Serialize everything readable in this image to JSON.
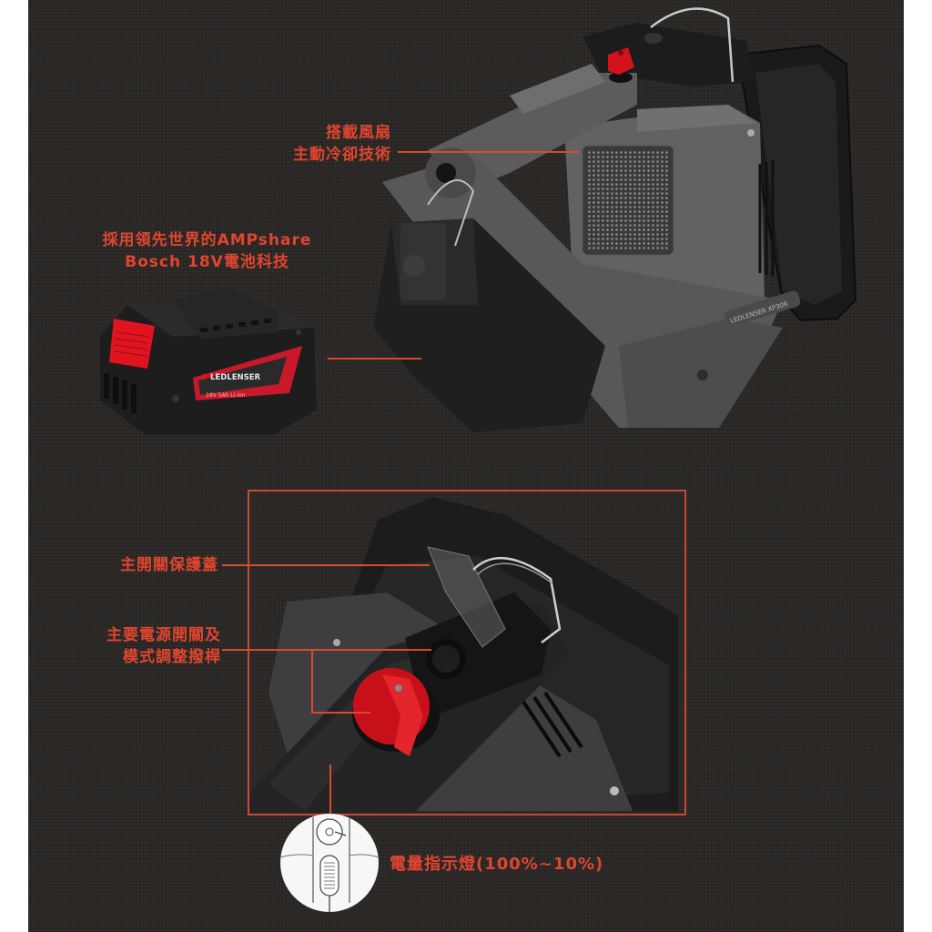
{
  "callouts": {
    "fan": {
      "line1": "搭載風扇",
      "line2": "主動冷卻技術"
    },
    "battery": {
      "line1": "採用領先世界的AMPshare",
      "line2": "Bosch 18V電池科技"
    },
    "switch_cover": {
      "label": "主開關保護蓋"
    },
    "main_switch": {
      "line1": "主要電源開關及",
      "line2": "模式調整撥桿"
    },
    "indicator": {
      "label": "電量指示燈(100%~10%)"
    }
  },
  "battery_pack": {
    "brand": "LEDLENSER",
    "spec": "18V 5Ah Li-ion"
  },
  "device": {
    "brand_plate": "LEDLENSER XP30R"
  },
  "colors": {
    "accent": "#e0452f",
    "background": "#2b2826",
    "device_grey": "#5a5a5c",
    "device_black": "#1e1e1f",
    "knob_red": "#d4121b"
  }
}
